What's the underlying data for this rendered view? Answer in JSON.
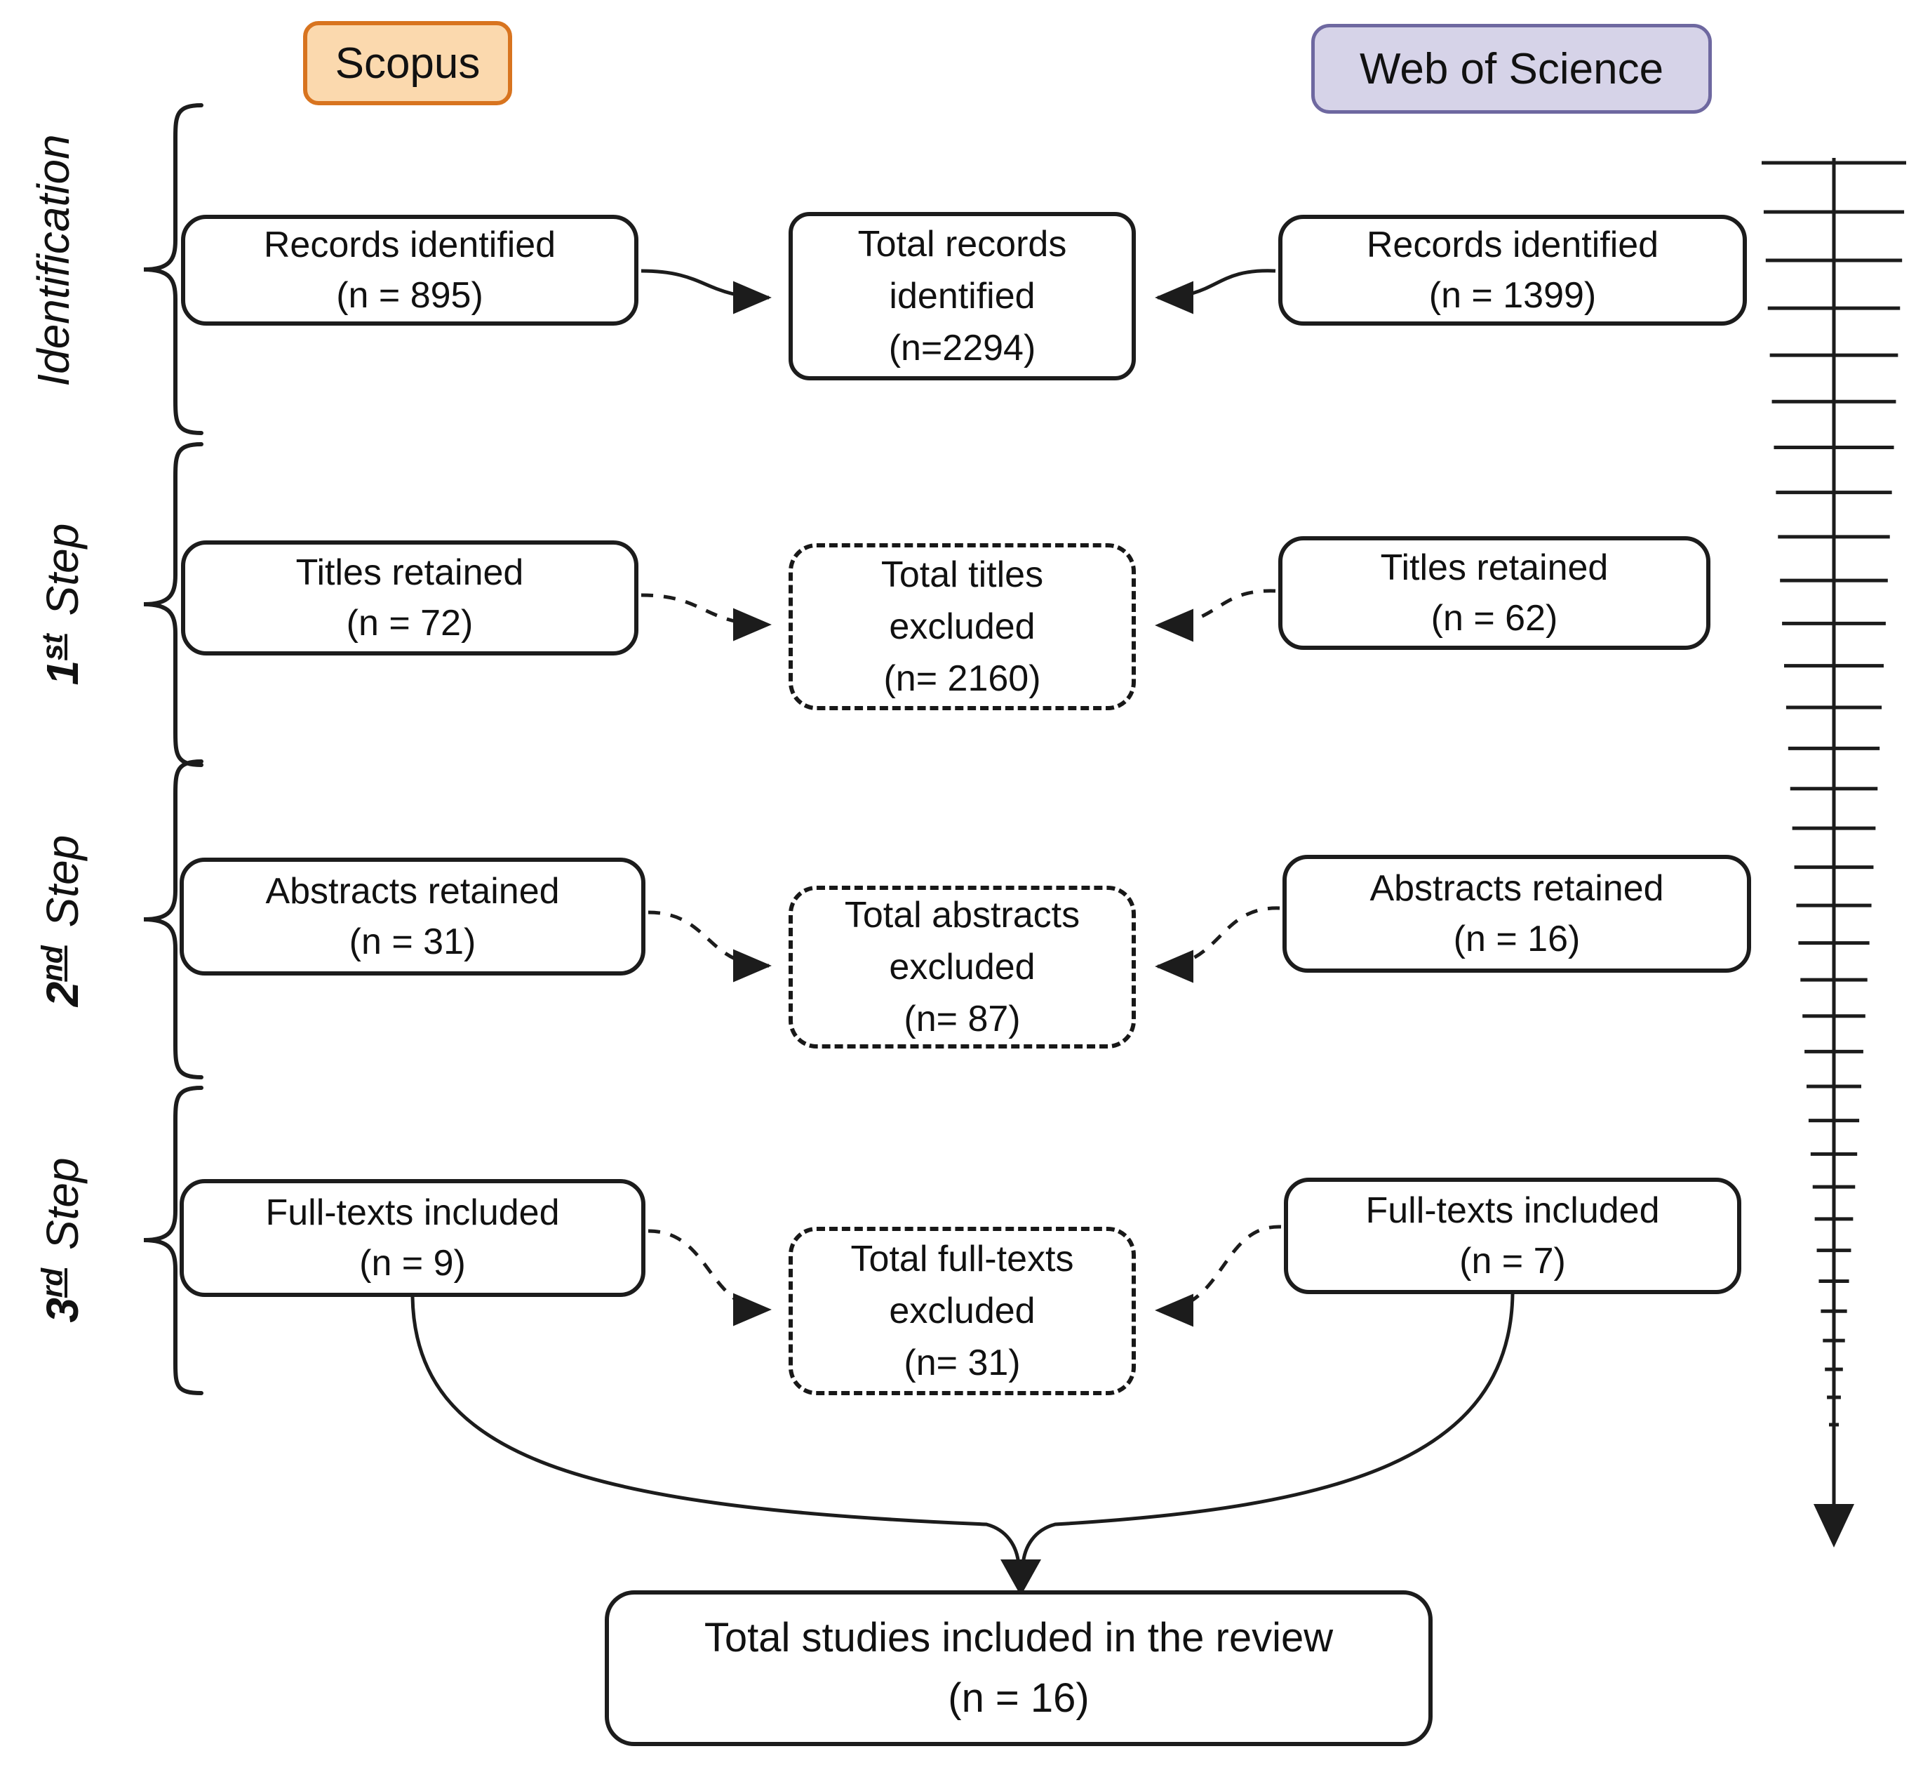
{
  "headers": {
    "scopus": "Scopus",
    "web_of_science": "Web of Science"
  },
  "side_labels": [
    {
      "number": "",
      "suffix": "",
      "word": "Identification"
    },
    {
      "number": "1",
      "suffix": "st",
      "word": "Step"
    },
    {
      "number": "2",
      "suffix": "nd",
      "word": "Step"
    },
    {
      "number": "3",
      "suffix": "rd",
      "word": "Step"
    }
  ],
  "rows": [
    {
      "left": {
        "line1": "Records identified",
        "line2": "(n = 895)"
      },
      "center": {
        "line1": "Total records",
        "line2": "identified",
        "line3": "(n=2294)"
      },
      "right": {
        "line1": "Records identified",
        "line2": "(n = 1399)"
      }
    },
    {
      "left": {
        "line1": "Titles retained",
        "line2": "(n = 72)"
      },
      "center": {
        "line1": "Total titles",
        "line2": "excluded",
        "line3": "(n= 2160)"
      },
      "right": {
        "line1": "Titles retained",
        "line2": "(n = 62)"
      }
    },
    {
      "left": {
        "line1": "Abstracts retained",
        "line2": "(n = 31)"
      },
      "center": {
        "line1": "Total abstracts",
        "line2": "excluded",
        "line3": "(n= 87)"
      },
      "right": {
        "line1": "Abstracts retained",
        "line2": "(n = 16)"
      }
    },
    {
      "left": {
        "line1": "Full-texts included",
        "line2": "(n = 9)"
      },
      "center": {
        "line1": "Total full-texts",
        "line2": "excluded",
        "line3": "(n= 31)"
      },
      "right": {
        "line1": "Full-texts included",
        "line2": "(n = 7)"
      }
    }
  ],
  "final_box": {
    "line1": "Total studies included in the review",
    "line2": "(n = 16)"
  },
  "colors": {
    "scopus_fill": "#fbd9ae",
    "scopus_border": "#d8741f",
    "wos_fill": "#d6d3e8",
    "wos_border": "#6e68a0",
    "line_color": "#1c1c1c"
  }
}
